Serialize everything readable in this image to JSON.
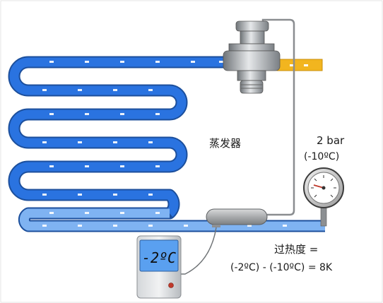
{
  "labels": {
    "evaporator": "蒸发器",
    "pressure": "2 bar",
    "gauge_temp": "(-10ºC)",
    "superheat_title": "过热度 =",
    "superheat_formula": "(-2ºC) - (-10ºC) = 8K",
    "thermometer_reading": "-2ºC"
  },
  "colors": {
    "evaporator_tube": "#2a73e0",
    "evaporator_tube_light": "#7fb3f2",
    "liquid_line": "#f2b51f",
    "thermometer_screen": "#5aa0f0"
  }
}
